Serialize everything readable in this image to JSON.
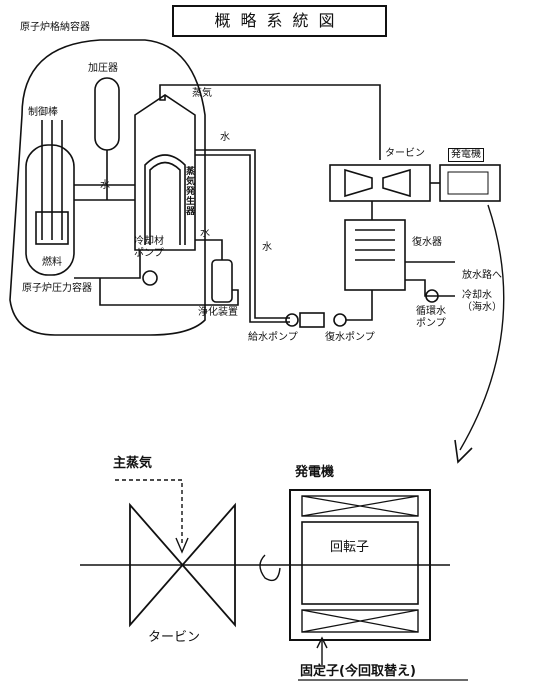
{
  "title": "概略系統図",
  "plant": {
    "containment": "原子炉格納容器",
    "pressurizer": "加圧器",
    "control_rods": "制御棒",
    "fuel": "燃料",
    "pressure_vessel": "原子炉圧力容器",
    "steam_generator": "蒸気発生器",
    "coolant_pump": "冷却材\nポンプ",
    "purification": "浄化装置",
    "steam": "蒸気",
    "water_a": "水",
    "water_b": "水",
    "water_c": "水",
    "water_d": "水",
    "turbine": "タービン",
    "generator": "発電機",
    "condenser": "復水器",
    "discharge": "放水路へ",
    "cooling_water": "冷却水\n（海水）",
    "circ_pump": "循環水\nポンプ",
    "feed_pump": "給水ポンプ",
    "condensate_pump": "復水ポンプ"
  },
  "detail": {
    "main_steam": "主蒸気",
    "generator": "発電機",
    "rotor": "回転子",
    "turbine": "タービン",
    "stator": "固定子(今回取替え)"
  }
}
